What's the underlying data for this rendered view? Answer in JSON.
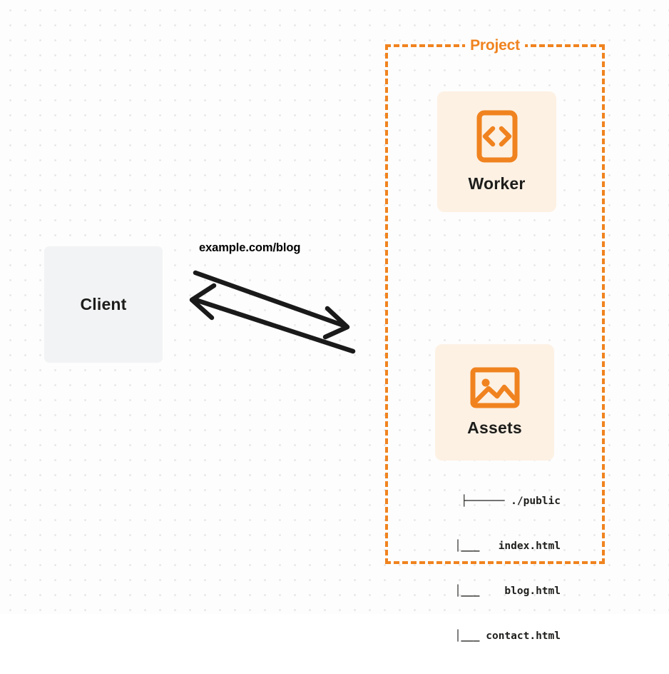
{
  "diagram": {
    "title": "Worker with static assets request flow",
    "colors": {
      "accent_orange": "#f0831f",
      "box_fill": "#fdf1e4",
      "client_fill": "#f2f3f4",
      "text_dark": "#1d1d1b",
      "background": "#fdfdfd",
      "dot_grid": "#e8e8e8",
      "arrow": "#1a1a1a"
    }
  },
  "client": {
    "label": "Client"
  },
  "connection": {
    "label": "example.com/blog",
    "request_direction": "client-to-project",
    "response_direction": "project-to-client"
  },
  "project": {
    "label": "Project",
    "border_style": "dashed"
  },
  "worker": {
    "label": "Worker",
    "icon": "code-file-icon",
    "icon_glyph": "<>"
  },
  "assets": {
    "label": "Assets",
    "icon": "image-icon",
    "tree": [
      "├────── ./public",
      "│___   index.html",
      "│___    blog.html",
      "│___ contact.html"
    ]
  }
}
